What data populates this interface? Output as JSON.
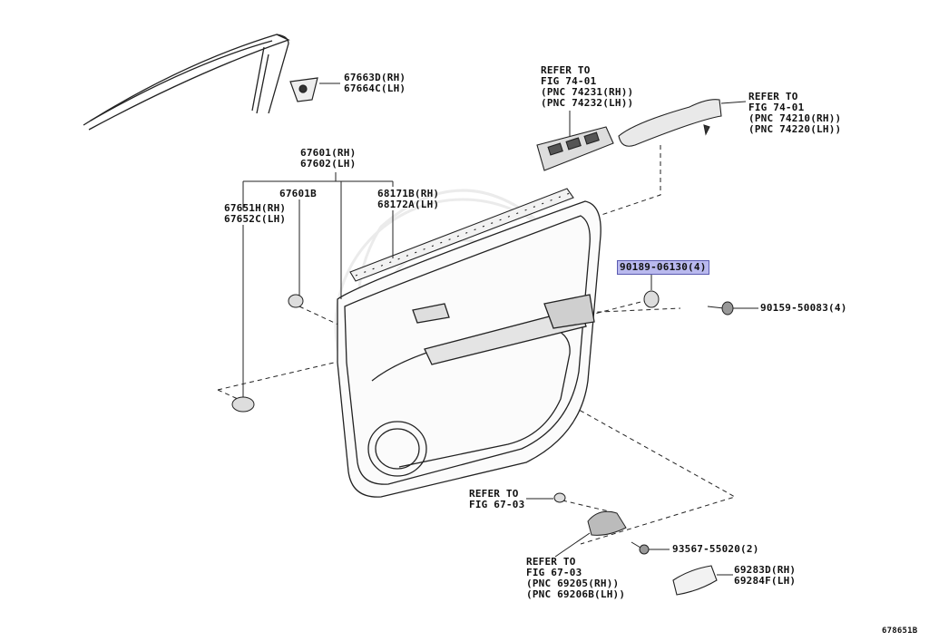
{
  "figure_id": "678651B",
  "highlight_color": "#b9b9ee",
  "labels": {
    "mirror_cover": [
      "67663D(RH)",
      "67664C(LH)"
    ],
    "board": [
      "67601(RH)",
      "67602(LH)"
    ],
    "board_b": "67601B",
    "grommet": [
      "67651H(RH)",
      "67652C(LH)"
    ],
    "weatherstrip": [
      "68171B(RH)",
      "68172A(LH)"
    ],
    "switch_ref": [
      "REFER TO",
      "FIG 74-01",
      "(PNC 74231(RH))",
      "(PNC 74232(LH))"
    ],
    "armrest_ref": [
      "REFER TO",
      "FIG 74-01",
      "(PNC 74210(RH))",
      "(PNC 74220(LH))"
    ],
    "highlighted_part": "90189-06130(4)",
    "screw": "90159-50083(4)",
    "clip_ref": [
      "REFER TO",
      "FIG 67-03"
    ],
    "handle_ref": [
      "REFER TO",
      "FIG 67-03",
      "(PNC 69205(RH))",
      "(PNC 69206B(LH))"
    ],
    "screw2": "93567-55020(2)",
    "bezel": [
      "69283D(RH)",
      "69284F(LH)"
    ]
  }
}
